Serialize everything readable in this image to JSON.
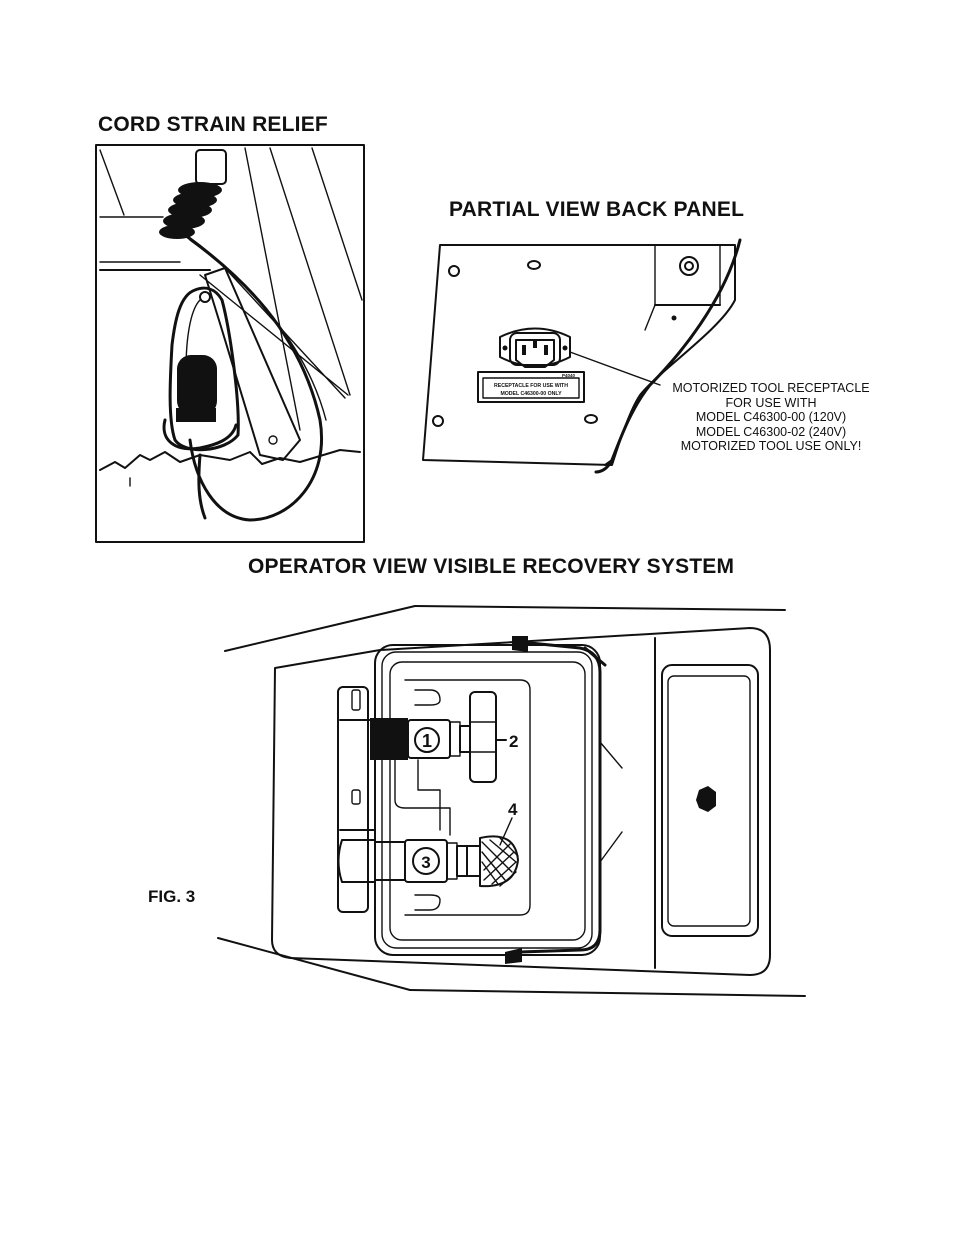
{
  "headings": {
    "cord_strain_relief": "CORD STRAIN RELIEF",
    "partial_view_back_panel": "PARTIAL VIEW BACK PANEL",
    "operator_view": "OPERATOR VIEW VISIBLE RECOVERY SYSTEM"
  },
  "figure_label": "FIG. 3",
  "callout": {
    "line1": "MOTORIZED TOOL RECEPTACLE",
    "line2": "FOR USE WITH",
    "line3": "MODEL C46300-00 (120V)",
    "line4": "MODEL C46300-02 (240V)",
    "line5": "MOTORIZED TOOL USE ONLY!"
  },
  "decal": {
    "number": "P4040",
    "line1": "RECEPTACLE FOR USE WITH",
    "line2": "MODEL C46300-00 ONLY"
  },
  "part_numbers": {
    "p1": "1",
    "p2": "2",
    "p3": "3",
    "p4": "4"
  }
}
